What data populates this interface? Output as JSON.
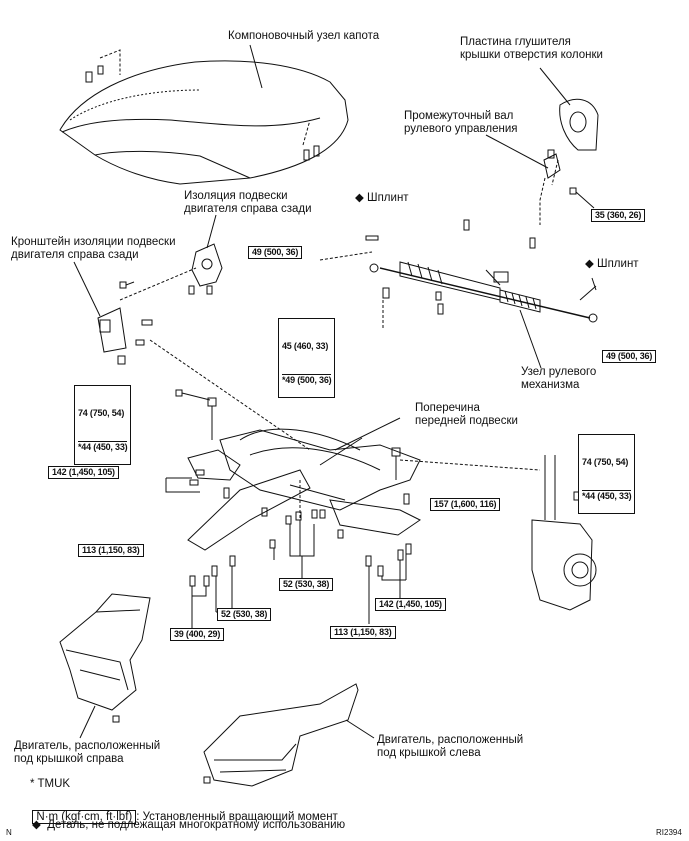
{
  "labels": {
    "hood": "Компоновочный узел капота",
    "column_hole_plate": "Пластина глушителя\nкрышки отверстия колонки",
    "intermediate_shaft": "Промежуточный вал\nрулевого управления",
    "split_pin_1": "◆ Шплинт",
    "split_pin_2": "◆ Шплинт",
    "engine_mount_insulator": "Изоляция подвески\nдвигателя справа сзади",
    "engine_mount_bracket": "Кронштейн изоляции подвески\nдвигателя справа сзади",
    "steering_gear": "Узел рулевого\nмеханизма",
    "crossmember": "Поперечина\nпередней подвески",
    "under_cover_rh": "Двигатель, расположенный\nпод крышкой справа",
    "under_cover_lh": "Двигатель, расположенный\nпод крышкой слева"
  },
  "torques": {
    "t1": "35 (360, 26)",
    "t2": "49 (500, 36)",
    "t3a": "45 (460, 33)",
    "t3b": "*49 (500, 36)",
    "t4": "49 (500, 36)",
    "t5a": "74 (750, 54)",
    "t5b": "*44 (450, 33)",
    "t6a": "74 (750, 54)",
    "t6b": "*44 (450, 33)",
    "t7": "142 (1,450, 105)",
    "t8": "157 (1,600, 116)",
    "t9": "113 (1,150, 83)",
    "t10": "52 (530, 38)",
    "t11": "52 (530, 38)",
    "t12": "142 (1,450, 105)",
    "t13": "39 (400, 29)",
    "t14": "113 (1,150, 83)"
  },
  "legend": {
    "tmuk": "* TMUK",
    "unit_box": "N·m (kgf·cm, ft·lbf)",
    "unit_text": ": Установленный вращающий момент",
    "non_reusable": "◆  Деталь, не подлежащая многократному использованию"
  },
  "corner": {
    "left": "N",
    "right": "RI2394"
  }
}
